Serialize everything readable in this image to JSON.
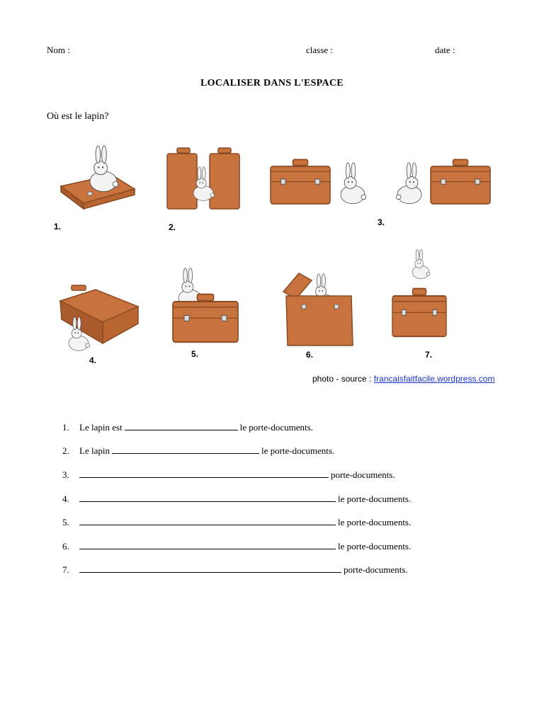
{
  "header": {
    "nom_label": "Nom :",
    "classe_label": "classe :",
    "date_label": "date :"
  },
  "title": "LOCALISER DANS L'ESPACE",
  "question": "Où est le lapin?",
  "pictures": [
    {
      "label": "1."
    },
    {
      "label": "2."
    },
    {
      "label": "3."
    },
    {
      "label": "4."
    },
    {
      "label": "5."
    },
    {
      "label": "6."
    },
    {
      "label": "7."
    }
  ],
  "source": {
    "prefix": "photo - source : ",
    "link_text": "francaisfaitfacile.wordpress.com"
  },
  "colors": {
    "case": "#c8733e",
    "case_dark": "#8a4a22",
    "rabbit": "#f4f4f4",
    "link": "#1a33cc"
  },
  "exercises": [
    {
      "num": "1.",
      "before": "Le lapin est",
      "after": "le porte-documents."
    },
    {
      "num": "2.",
      "before": "Le lapin",
      "after": "le porte-documents."
    },
    {
      "num": "3.",
      "before": "",
      "after": "porte-documents."
    },
    {
      "num": "4.",
      "before": "",
      "after": "le porte-documents."
    },
    {
      "num": "5.",
      "before": "",
      "after": "le porte-documents."
    },
    {
      "num": "6.",
      "before": "",
      "after": "le porte-documents."
    },
    {
      "num": "7.",
      "before": "",
      "after": "porte-documents."
    }
  ]
}
